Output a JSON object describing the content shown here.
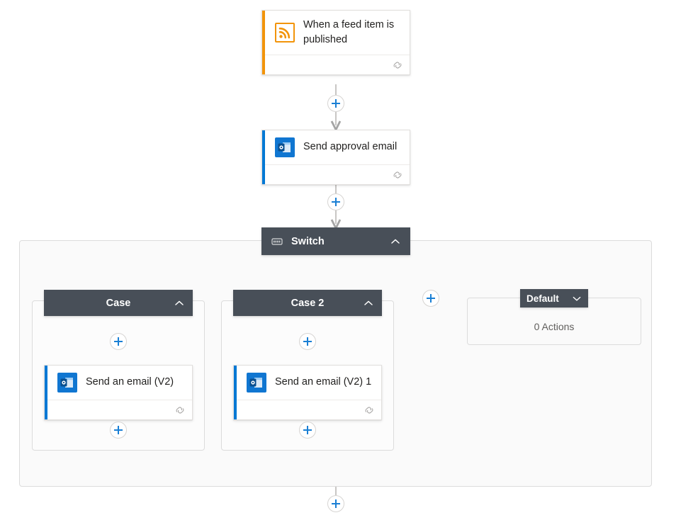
{
  "flow": {
    "trigger": {
      "title": "When a feed item is published",
      "icon": "rss-icon",
      "accent_color": "#f2940a",
      "footer_icon": "connector-link-icon"
    },
    "actions": [
      {
        "id": "send-approval-email",
        "title": "Send approval email",
        "icon": "outlook-icon",
        "accent_color": "#0078d4",
        "footer_icon": "connector-link-icon"
      }
    ],
    "switch": {
      "label": "Switch",
      "icon": "switch-icon",
      "chevron": "chevron-up-icon",
      "header_color": "#484f58",
      "cases": [
        {
          "id": "case-1",
          "label": "Case",
          "chevron": "chevron-up-icon",
          "action": {
            "title": "Send an email (V2)",
            "icon": "outlook-icon",
            "accent_color": "#0078d4",
            "footer_icon": "connector-link-icon"
          }
        },
        {
          "id": "case-2",
          "label": "Case 2",
          "chevron": "chevron-up-icon",
          "action": {
            "title": "Send an email (V2) 1",
            "icon": "outlook-icon",
            "accent_color": "#0078d4",
            "footer_icon": "connector-link-icon"
          }
        }
      ],
      "default_branch": {
        "label": "Default",
        "chevron": "chevron-down-icon",
        "empty_text": "0 Actions"
      }
    },
    "buttons": {
      "add_step_label": "+",
      "add_case_label": "+",
      "accent_color": "#1a7fd4"
    }
  }
}
